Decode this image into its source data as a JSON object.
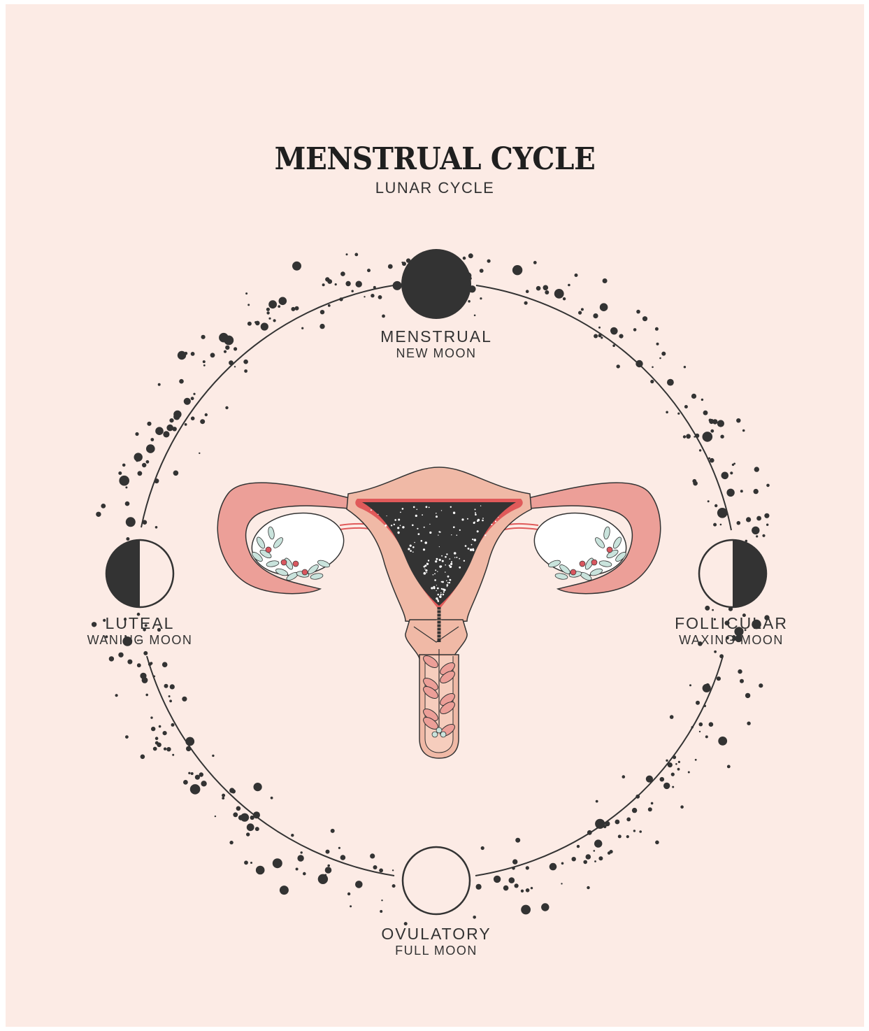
{
  "title": "MENSTRUAL CYCLE",
  "subtitle": "LUNAR CYCLE",
  "phases": {
    "top": {
      "name": "MENSTRUAL",
      "moon": "NEW MOON"
    },
    "right": {
      "name": "FOLLICULAR",
      "moon": "WAXING MOON"
    },
    "bottom": {
      "name": "OVULATORY",
      "moon": "FULL MOON"
    },
    "left": {
      "name": "LUTEAL",
      "moon": "WANING MOON"
    }
  },
  "colors": {
    "background": "#fcebe5",
    "ink": "#333333",
    "uterus": "#f0b9a6",
    "tube": "#ec9f98",
    "lining": "#e05a5a",
    "ovary": "#ffffff",
    "leaf": "#c9e3dc",
    "berry": "#d9575f"
  }
}
